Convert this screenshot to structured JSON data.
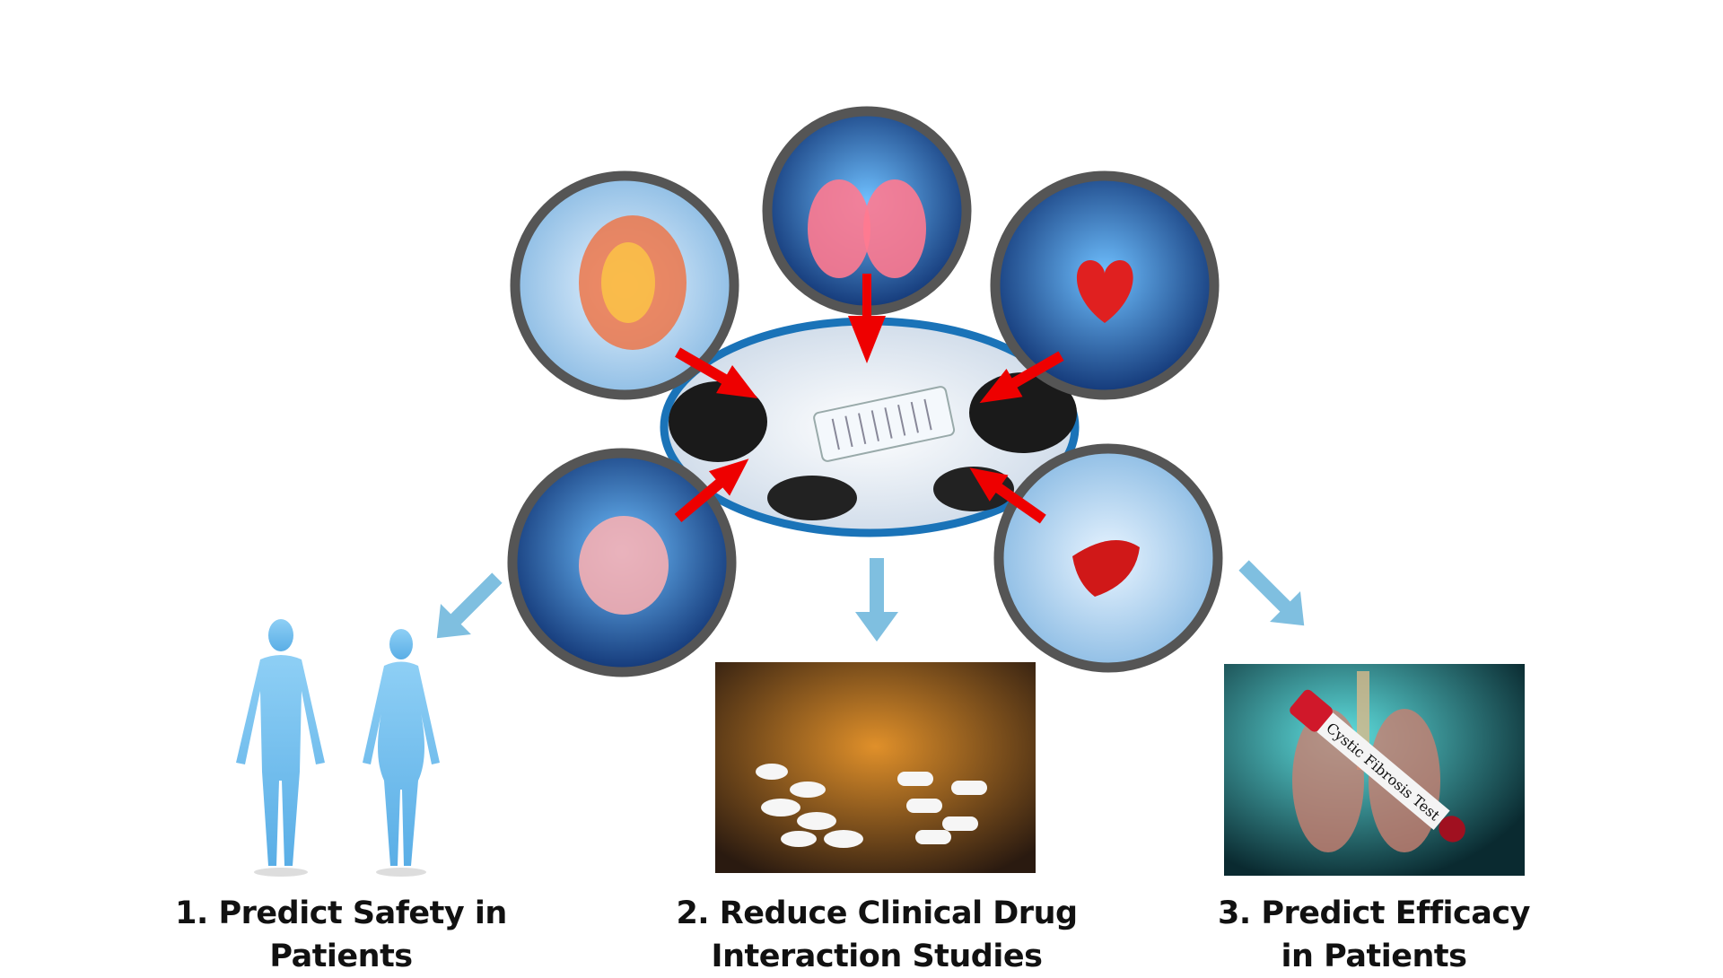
{
  "organs": [
    "kidney",
    "lungs",
    "heart",
    "intestine",
    "liver"
  ],
  "center": "organ-on-chip",
  "outcomes": [
    {
      "line1": "1. Predict Safety in",
      "line2": "Patients"
    },
    {
      "line1": "2. Reduce Clinical Drug",
      "line2": "Interaction Studies"
    },
    {
      "line1": "3. Predict Efficacy",
      "line2": "in Patients"
    }
  ],
  "test_tube_label": "Cystic Fibrosis Test",
  "colors": {
    "ring": "#555555",
    "ellipse": "#1a73b8",
    "red_arrow": "#ee0000",
    "blue_arrow": "#7fbfe0"
  }
}
